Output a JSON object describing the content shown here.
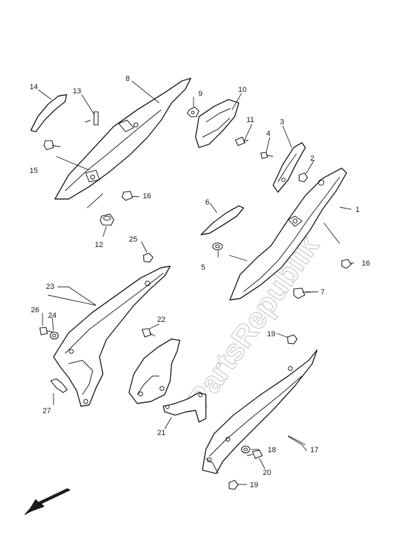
{
  "watermark": "PartsRepublik",
  "callouts": {
    "c1": "1",
    "c2": "2",
    "c3": "3",
    "c4": "4",
    "c5": "5",
    "c6": "6",
    "c7": "7",
    "c8": "8",
    "c9": "9",
    "c10": "10",
    "c11": "11",
    "c12": "12",
    "c13": "13",
    "c14": "14",
    "c15": "15",
    "c16a": "16",
    "c16b": "16",
    "c17": "17",
    "c18": "18",
    "c19a": "19",
    "c19b": "19",
    "c20": "20",
    "c21": "21",
    "c22": "22",
    "c23": "23",
    "c24": "24",
    "c25": "25",
    "c26": "26",
    "c27": "27"
  },
  "icons": {
    "direction": "front-direction-arrow-icon"
  }
}
